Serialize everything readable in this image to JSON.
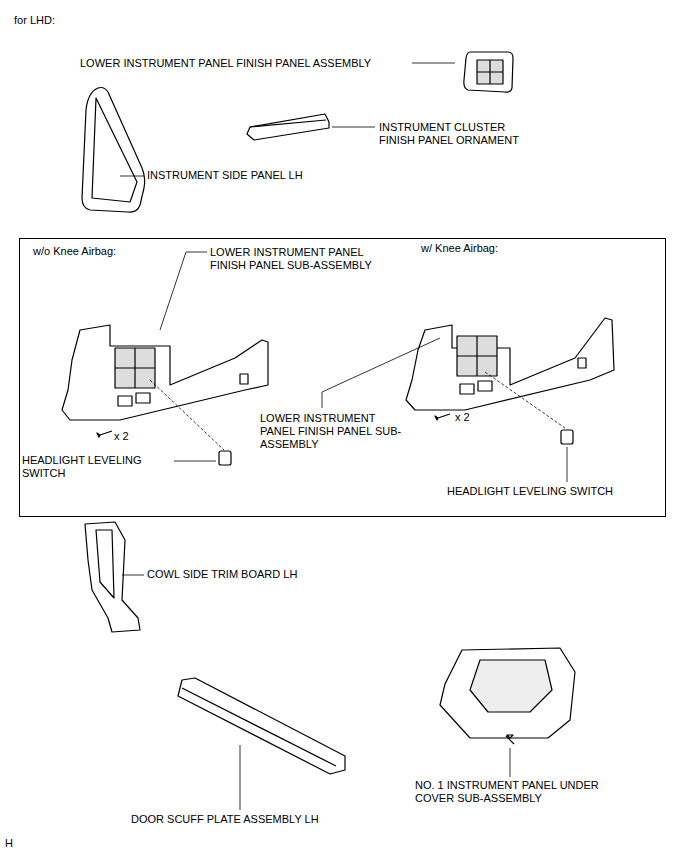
{
  "diagram": {
    "nodes": [
      {
        "text": [
          "w/o Knee Airbag:",
          "w/ Knee Airbag:"
        ]
      }
    ],
    "labels": [
      "for LHD:",
      "LOWER INSTRUMENT PANEL FINISH PANEL ASSEMBLY",
      "INSTRUMENT CLUSTER FINISH PANEL ORNAMENT",
      "INSTRUMENT SIDE PANEL LH",
      "LOWER INSTRUMENT PANEL FINISH PANEL SUB-ASSEMBLY",
      "x 2",
      "HEADLIGHT LEVELING SWITCH",
      "LOWER INSTRUMENT PANEL FINISH PANEL SUB-ASSEMBLY",
      "x 2",
      "HEADLIGHT LEVELING SWITCH",
      "COWL SIDE TRIM BOARD LH",
      "NO. 1 INSTRUMENT PANEL UNDER COVER SUB-ASSEMBLY",
      "DOOR SCUFF PLATE ASSEMBLY LH",
      "H"
    ]
  }
}
